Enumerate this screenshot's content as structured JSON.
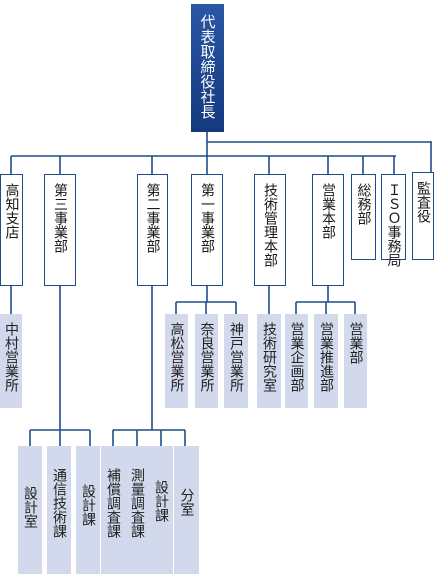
{
  "ceo": {
    "label": "代表取締役社長"
  },
  "units": [
    {
      "label": "高知支店"
    },
    {
      "label": "第三事業部"
    },
    {
      "label": "第二事業部"
    },
    {
      "label": "第一事業部"
    },
    {
      "label": "技術管理本部"
    },
    {
      "label": "営業本部"
    },
    {
      "label": "総務部"
    },
    {
      "label": "ＩＳＯ事務局"
    },
    {
      "label": "監査役"
    }
  ],
  "sub_units": [
    {
      "label": "中村営業所"
    },
    {
      "label": "高松営業所"
    },
    {
      "label": "奈良営業所"
    },
    {
      "label": "神戸営業所"
    },
    {
      "label": "技術研究室"
    },
    {
      "label": "営業企画部"
    },
    {
      "label": "営業推進部"
    },
    {
      "label": "営業部"
    }
  ],
  "third_dept_units": [
    {
      "label": "設計室"
    },
    {
      "label": "通信技術課"
    },
    {
      "label": "設計課"
    }
  ],
  "second_dept_units": [
    {
      "label": "補償調査課"
    },
    {
      "label": "測量調査課"
    },
    {
      "label": "設計課"
    },
    {
      "label": "分室"
    }
  ],
  "colors": {
    "line": "#1f4c8a",
    "ceo": "#1c4690",
    "sub_fill": "#d3d9ec"
  }
}
